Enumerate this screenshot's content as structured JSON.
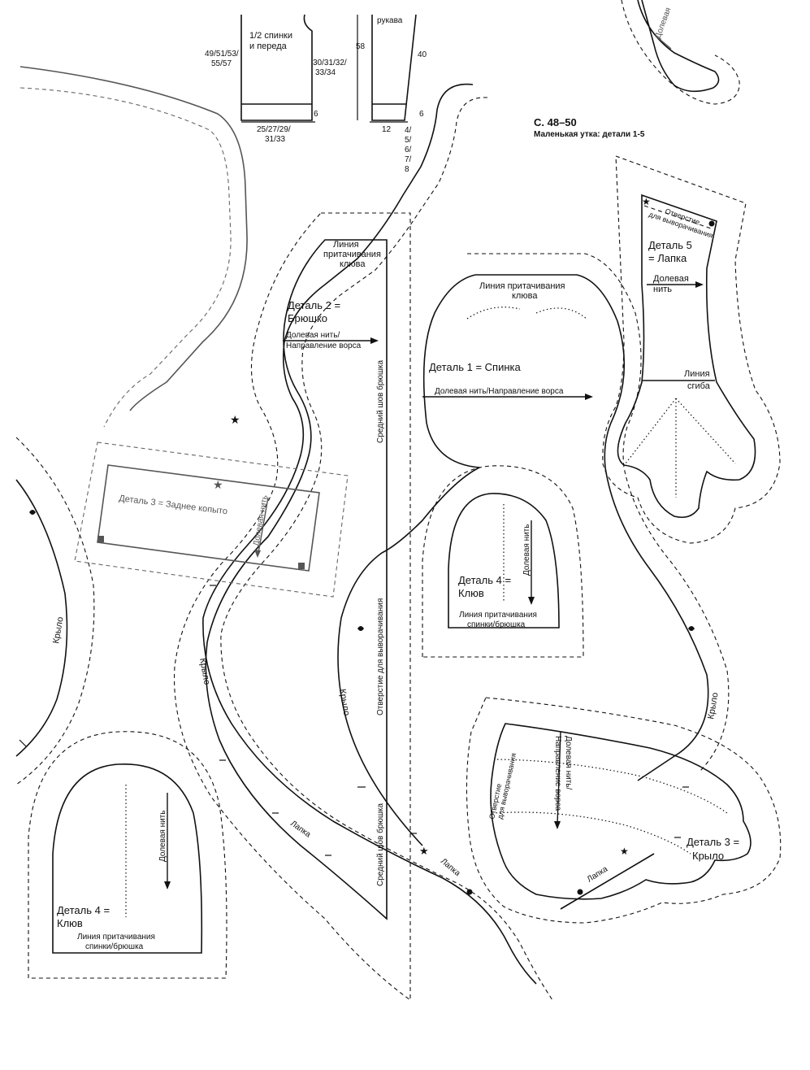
{
  "header": {
    "page_ref": "С. 48–50",
    "subtitle": "Маленькая утка: детали 1-5"
  },
  "sweater": {
    "back_front_label_1": "1/2 спинки",
    "back_front_label_2": "и переда",
    "width_sizes_1": "49/51/53/",
    "width_sizes_2": "55/57",
    "length_sizes_1": "30/31/32/",
    "length_sizes_2": "33/34",
    "rib_6_left": "6",
    "bottom_sizes_1": "25/27/29/",
    "bottom_sizes_2": "31/33",
    "sleeve_label": "рукава",
    "sleeve_58": "58",
    "sleeve_40": "40",
    "rib_6_right": "6",
    "cuff_12": "12",
    "cuff_sizes": [
      "4/",
      "5/",
      "6/",
      "7/",
      "8"
    ]
  },
  "part1": {
    "title": "Деталь 1 = Спинка",
    "beak_line_1": "Линия притачивания",
    "beak_line_2": "клюва",
    "grain": "Долевая нить/Направление ворса"
  },
  "part2": {
    "title_1": "Деталь 2 =",
    "title_2": "Брюшко",
    "beak_line_1": "Линия",
    "beak_line_2": "притачивания",
    "beak_line_3": "клюва",
    "grain_1": "Долевая нить/",
    "grain_2": "Направление ворса",
    "center_seam_top": "Средний шов брюшка",
    "turning_opening": "Отверстие для выворачивания",
    "center_seam_bottom": "Средний шов брюшка"
  },
  "part3_hoof": {
    "title": "Деталь 3 = Заднее копыто",
    "grain": "Долевая нить"
  },
  "part4_right": {
    "title_1": "Деталь 4 =",
    "title_2": "Клюв",
    "grain": "Долевая нить",
    "join_1": "Линия притачивания",
    "join_2": "спинки/брюшка"
  },
  "part4_left": {
    "title_1": "Деталь 4 =",
    "title_2": "Клюв",
    "grain": "Долевая нить",
    "join_1": "Линия притачивания",
    "join_2": "спинки/брюшка"
  },
  "part5": {
    "title_1": "Деталь 5",
    "title_2": "= Лапка",
    "opening_1": "Отверстие",
    "opening_2": "для выворачивания",
    "grain_1": "Долевая",
    "grain_2": "нить",
    "fold_1": "Линия",
    "fold_2": "сгиба",
    "top_grain": "Долевая"
  },
  "part3_wing": {
    "title_1": "Деталь 3 =",
    "title_2": "Крыло",
    "grain_1": "Долевая нить/",
    "grain_2": "Направление ворса",
    "opening_1": "Отверстие",
    "opening_2": "для выворачивания",
    "foot_label": "Лапка"
  },
  "marks": {
    "wing_left": "Крыло",
    "wing_mid": "Крыло",
    "wing_center": "Крыло",
    "wing_right": "Крыло",
    "foot_1": "Лапка",
    "foot_2": "Лапка"
  }
}
